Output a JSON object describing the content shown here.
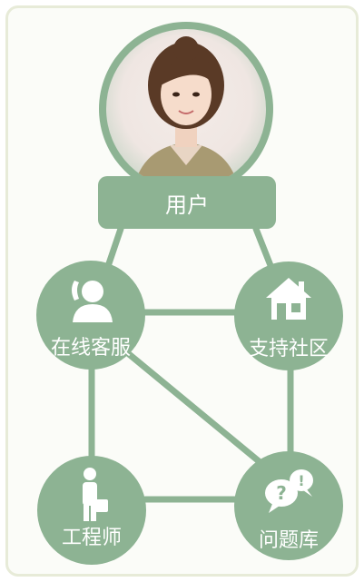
{
  "user": {
    "label": "用户",
    "photo_icon": "user-photo"
  },
  "nodes": {
    "online_service": {
      "label": "在线客服",
      "icon": "phone-agent-icon"
    },
    "support_community": {
      "label": "支持社区",
      "icon": "house-icon"
    },
    "engineer": {
      "label": "工程师",
      "icon": "person-briefcase-icon"
    },
    "faq": {
      "label": "问题库",
      "icon": "speech-bubbles-icon"
    }
  },
  "colors": {
    "node": "#8db393",
    "edge": "#8db393",
    "border": "#e7ebd8"
  }
}
